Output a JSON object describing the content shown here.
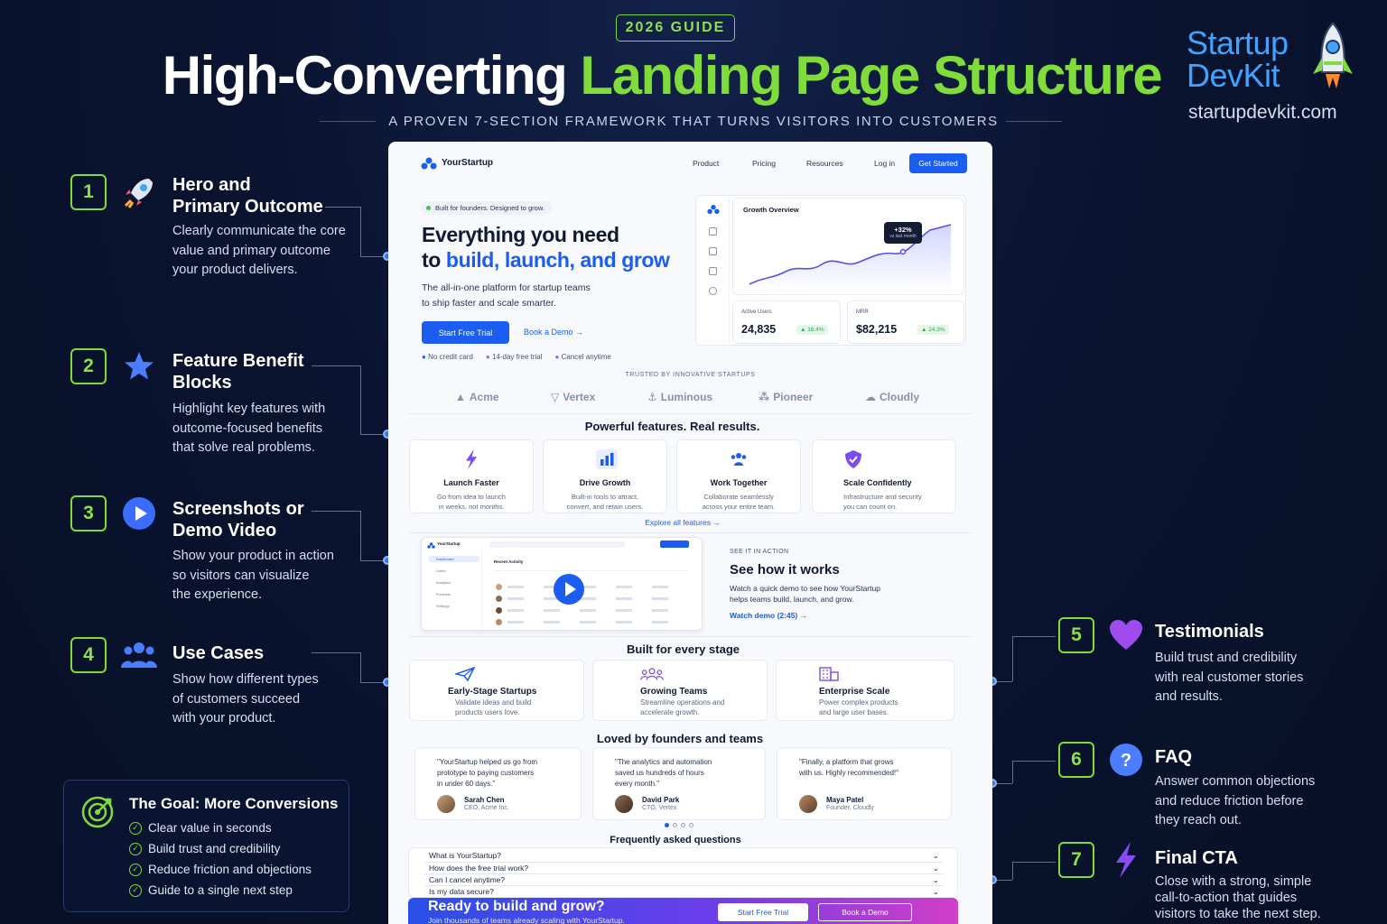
{
  "header": {
    "badge": "2026 GUIDE",
    "title_part1": "High-Converting",
    "title_part2": "Landing Page Structure",
    "subtitle": "A PROVEN 7-SECTION FRAMEWORK THAT TURNS VISITORS INTO CUSTOMERS"
  },
  "brand": {
    "logo_line1": "Startup",
    "logo_line2": "DevKit",
    "url": "startupdevkit.com"
  },
  "sections_left": [
    {
      "num": "1",
      "icon": "rocket-icon",
      "title1": "Hero and",
      "title2": "Primary Outcome",
      "desc": [
        "Clearly communicate the core",
        "value and primary outcome",
        "your product delivers."
      ]
    },
    {
      "num": "2",
      "icon": "star-icon",
      "title1": "Feature Benefit",
      "title2": "Blocks",
      "desc": [
        "Highlight key features with",
        "outcome-focused benefits",
        "that solve real problems."
      ]
    },
    {
      "num": "3",
      "icon": "play-icon",
      "title1": "Screenshots or",
      "title2": "Demo Video",
      "desc": [
        "Show your product in action",
        "so visitors can visualize",
        "the experience."
      ]
    },
    {
      "num": "4",
      "icon": "users-icon",
      "title1": "Use Cases",
      "title2": "",
      "desc": [
        "Show how different types",
        "of customers succeed",
        "with your product."
      ]
    }
  ],
  "sections_right": [
    {
      "num": "5",
      "icon": "heart-icon",
      "title": "Testimonials",
      "desc": [
        "Build trust and credibility",
        "with real customer stories",
        "and results."
      ]
    },
    {
      "num": "6",
      "icon": "question-icon",
      "title": "FAQ",
      "desc": [
        "Answer common objections",
        "and reduce friction before",
        "they reach out."
      ]
    },
    {
      "num": "7",
      "icon": "lightning-icon",
      "title": "Final CTA",
      "desc": [
        "Close with a strong, simple",
        "call-to-action that guides",
        "visitors to take the next step."
      ]
    }
  ],
  "goal": {
    "title": "The Goal: More Conversions",
    "items": [
      "Clear value in seconds",
      "Build trust and credibility",
      "Reduce friction and objections",
      "Guide to a single next step"
    ]
  },
  "mock": {
    "nav": {
      "brand": "YourStartup",
      "links": [
        "Product",
        "Pricing",
        "Resources",
        "Log in"
      ],
      "cta": "Get Started"
    },
    "hero": {
      "pill": "Built for founders. Designed to grow.",
      "h1_line1": "Everything you need",
      "h1_line2_a": "to",
      "h1_line2_b": "build, launch, and grow",
      "p_line1": "The all-in-one platform for startup teams",
      "p_line2": "to ship faster and scale smarter.",
      "primary": "Start Free Trial",
      "secondary": "Book a Demo →",
      "checks": [
        "No credit card",
        "14-day free trial",
        "Cancel anytime"
      ]
    },
    "dashboard": {
      "title": "Growth Overview",
      "tooltip_value": "+32%",
      "tooltip_sub": "vs last month",
      "stat1_label": "Active Users",
      "stat1_value": "24,835",
      "stat1_delta": "▲ 16.4%",
      "stat2_label": "MRR",
      "stat2_value": "$82,215",
      "stat2_delta": "▲ 24.3%"
    },
    "trusted": {
      "label": "TRUSTED BY INNOVATIVE STARTUPS",
      "logos": [
        "Acme",
        "Vertex",
        "Luminous",
        "Pioneer",
        "Cloudly"
      ]
    },
    "features": {
      "heading": "Powerful features. Real results.",
      "cards": [
        {
          "title": "Launch Faster",
          "l1": "Go from idea to launch",
          "l2": "in weeks, not months."
        },
        {
          "title": "Drive Growth",
          "l1": "Built-in tools to attract,",
          "l2": "convert, and retain users."
        },
        {
          "title": "Work Together",
          "l1": "Collaborate seamlessly",
          "l2": "across your entire team."
        },
        {
          "title": "Scale Confidently",
          "l1": "Infrastructure and security",
          "l2": "you can count on."
        }
      ],
      "link": "Explore all features →"
    },
    "demo": {
      "eyebrow": "SEE IT IN ACTION",
      "heading": "See how it works",
      "p1": "Watch a quick demo to see how YourStartup",
      "p2": "helps teams build, launch, and grow.",
      "link": "Watch demo (2:45) →",
      "shot_brand": "YourStartup",
      "shot_side": [
        "Dashboard",
        "Users",
        "Analytics",
        "Products",
        "Settings"
      ],
      "shot_heading": "Recent Activity"
    },
    "usecases": {
      "heading": "Built for every stage",
      "cards": [
        {
          "title": "Early-Stage Startups",
          "l1": "Validate ideas and build",
          "l2": "products users love."
        },
        {
          "title": "Growing Teams",
          "l1": "Streamline operations and",
          "l2": "accelerate growth."
        },
        {
          "title": "Enterprise Scale",
          "l1": "Power complex products",
          "l2": "and large user bases."
        }
      ]
    },
    "testimonials": {
      "heading": "Loved by founders and teams",
      "cards": [
        {
          "q1": "\"YourStartup helped us go from",
          "q2": "prototype to paying customers",
          "q3": "in under 60 days.\"",
          "name": "Sarah Chen",
          "role": "CEO, Acme Inc."
        },
        {
          "q1": "\"The analytics and automation",
          "q2": "saved us hundreds of hours",
          "q3": "every month.\"",
          "name": "David Park",
          "role": "CTO, Vertex"
        },
        {
          "q1": "\"Finally, a platform that grows",
          "q2": "with us. Highly recommended!\"",
          "q3": "",
          "name": "Maya Patel",
          "role": "Founder, Cloudly"
        }
      ]
    },
    "faq": {
      "heading": "Frequently asked questions",
      "items": [
        "What is YourStartup?",
        "How does the free trial work?",
        "Can I cancel anytime?",
        "Is my data secure?"
      ]
    },
    "cta": {
      "heading": "Ready to build and grow?",
      "sub": "Join thousands of teams already scaling with YourStartup.",
      "primary": "Start Free Trial",
      "secondary": "Book a Demo"
    }
  }
}
